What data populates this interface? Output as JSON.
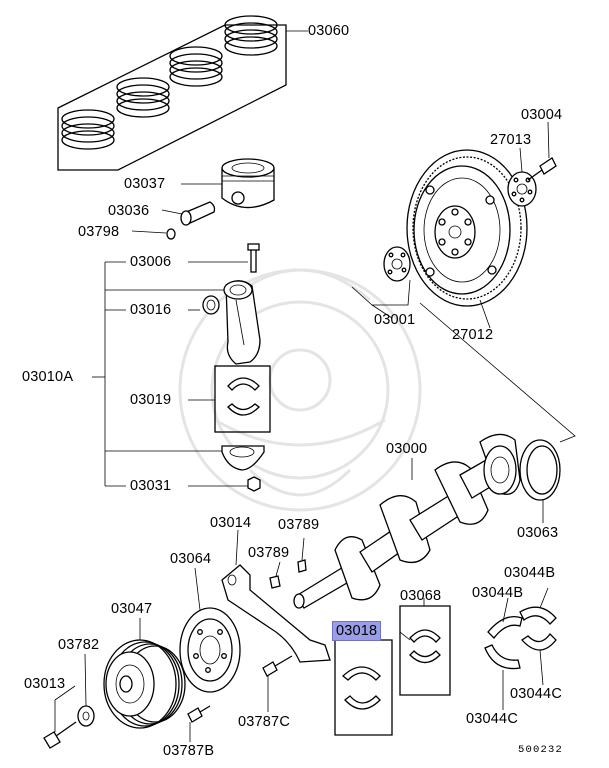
{
  "diagram": {
    "labels": {
      "p03060": "03060",
      "p03004": "03004",
      "p27013": "27013",
      "p03037": "03037",
      "p03036": "03036",
      "p03798": "03798",
      "p03006": "03006",
      "p03016": "03016",
      "p03010A": "03010A",
      "p03019": "03019",
      "p03031": "03031",
      "p03001": "03001",
      "p27012": "27012",
      "p03000": "03000",
      "p03063": "03063",
      "p03014": "03014",
      "p03789a": "03789",
      "p03789b": "03789",
      "p03064": "03064",
      "p03047": "03047",
      "p03782": "03782",
      "p03013": "03013",
      "p03787B": "03787B",
      "p03787C": "03787C",
      "p03018": "03018",
      "p03068": "03068",
      "p03044Ba": "03044B",
      "p03044Bb": "03044B",
      "p03044Ca": "03044C",
      "p03044Cb": "03044C"
    },
    "figure_id": "500232",
    "highlighted_part": "03018",
    "highlight_color": "#9a9ee6"
  }
}
